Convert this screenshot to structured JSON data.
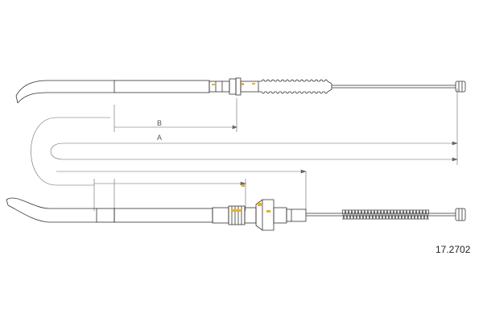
{
  "drawing": {
    "part_number": "17.2702",
    "dimensions": {
      "b_label": "B",
      "a_label": "A"
    }
  },
  "colors": {
    "line": "#333333",
    "dimension": "#666666",
    "accent": "#e8b02a"
  }
}
